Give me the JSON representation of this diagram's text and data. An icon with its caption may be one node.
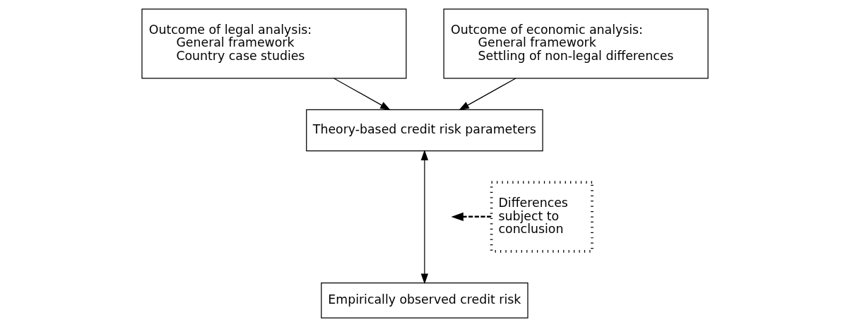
{
  "diagram": {
    "nodes": [
      {
        "text": [
          "Outcome of legal analysis:",
          "General framework",
          "Country case studies"
        ]
      },
      {
        "text": [
          "Outcome of economic analysis:",
          "General framework",
          "Settling of non-legal differences"
        ]
      },
      {
        "text": [
          "Theory-based credit risk parameters"
        ]
      },
      {
        "text": [
          "Empirically observed credit risk"
        ]
      },
      {
        "text": [
          "Differences subject to conclusion"
        ]
      }
    ],
    "edges": [
      {
        "from": 0,
        "to": 2,
        "arrow": "to"
      },
      {
        "from": 1,
        "to": 2,
        "arrow": "to"
      },
      {
        "from": 2,
        "to": 3,
        "arrow": "both"
      },
      {
        "from": 4,
        "to": null,
        "arrow": "to",
        "style": "dashed"
      }
    ]
  }
}
